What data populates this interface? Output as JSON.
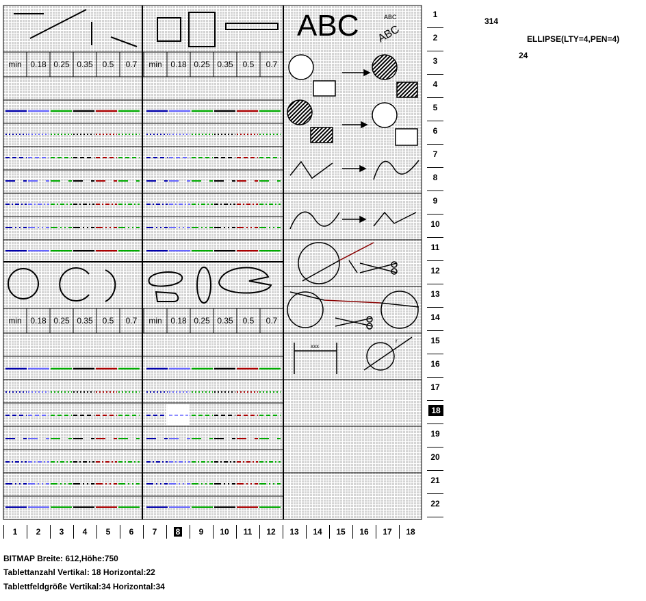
{
  "status": {
    "value1": "314",
    "command": "ELLIPSE(LTY=4,PEN=4)",
    "value2": "24"
  },
  "row_labels": [
    "1",
    "2",
    "3",
    "4",
    "5",
    "6",
    "7",
    "8",
    "9",
    "10",
    "11",
    "12",
    "13",
    "14",
    "15",
    "16",
    "17",
    "18",
    "19",
    "20",
    "21",
    "22"
  ],
  "selected_row": "18",
  "col_labels": [
    "1",
    "2",
    "3",
    "4",
    "5",
    "6",
    "7",
    "8",
    "9",
    "10",
    "11",
    "12",
    "13",
    "14",
    "15",
    "16",
    "17",
    "18"
  ],
  "selected_col": "8",
  "pen_widths": [
    "min",
    "0.18",
    "0.25",
    "0.35",
    "0.5",
    "0.7"
  ],
  "text_samples": {
    "big": "ABC",
    "small": "ABC",
    "rotated": "ABC"
  },
  "footer": {
    "bitmap": "BITMAP Breite: 612,Höhe:750",
    "count": "Tablettanzahl Vertikal: 18 Horizontal:22",
    "size": "Tablettfeldgröße Vertikal:34 Horizontal:34"
  },
  "colors": {
    "background": "#dddddd",
    "grid": "#ffffff",
    "blue": "#0000aa",
    "lightblue": "#6666ff",
    "green": "#00aa00",
    "red": "#aa0000",
    "darkred": "#880000"
  }
}
